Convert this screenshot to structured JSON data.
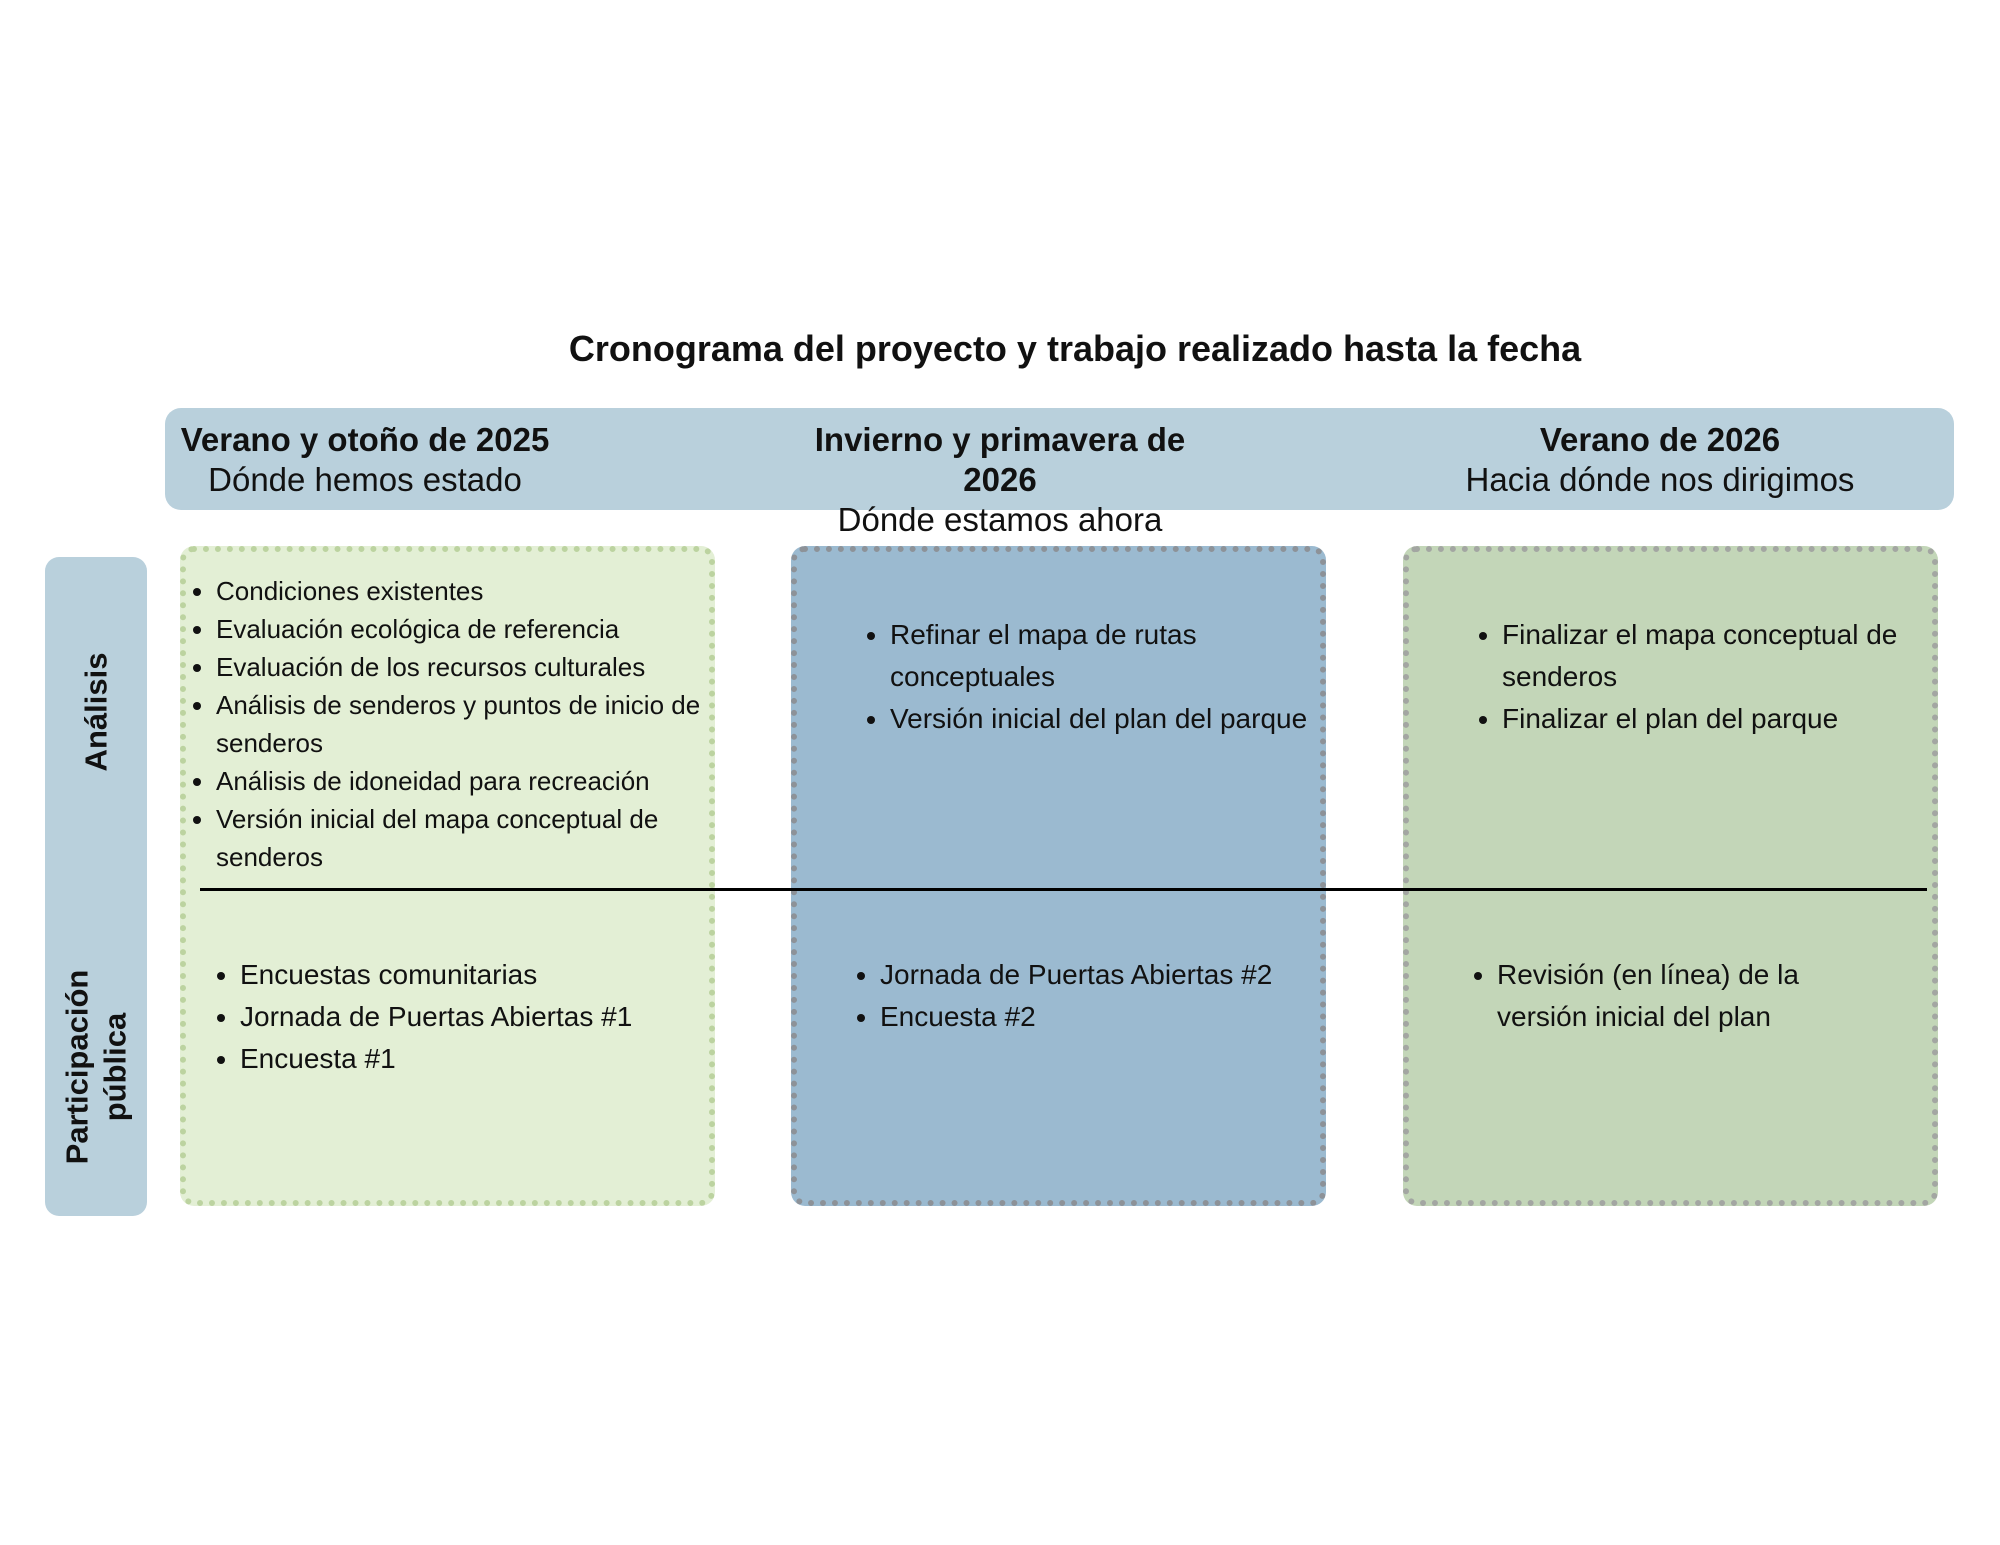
{
  "title": "Cronograma del proyecto y trabajo realizado hasta la fecha",
  "columns": [
    {
      "period": "Verano y otoño de 2025",
      "subtitle": "Dónde hemos estado"
    },
    {
      "period": "Invierno y primavera de 2026",
      "subtitle": "Dónde estamos ahora"
    },
    {
      "period": "Verano de 2026",
      "subtitle": "Hacia dónde nos dirigimos"
    }
  ],
  "rows": [
    "Análisis",
    "Participación pública"
  ],
  "cells": {
    "analysis": [
      [
        "Condiciones existentes",
        "Evaluación ecológica de referencia",
        "Evaluación de los recursos culturales",
        "Análisis de senderos y puntos de inicio de senderos",
        "Análisis de idoneidad para recreación",
        "Versión inicial del mapa conceptual de senderos"
      ],
      [
        "Refinar el mapa de rutas conceptuales",
        "Versión inicial del plan del parque"
      ],
      [
        "Finalizar el mapa conceptual de senderos",
        "Finalizar el plan del parque"
      ]
    ],
    "participation": [
      [
        "Encuestas comunitarias",
        "Jornada de Puertas Abiertas #1",
        "Encuesta #1"
      ],
      [
        "Jornada de Puertas Abiertas #2",
        "Encuesta #2"
      ],
      [
        "Revisión (en línea) de la versión inicial del plan"
      ]
    ]
  }
}
